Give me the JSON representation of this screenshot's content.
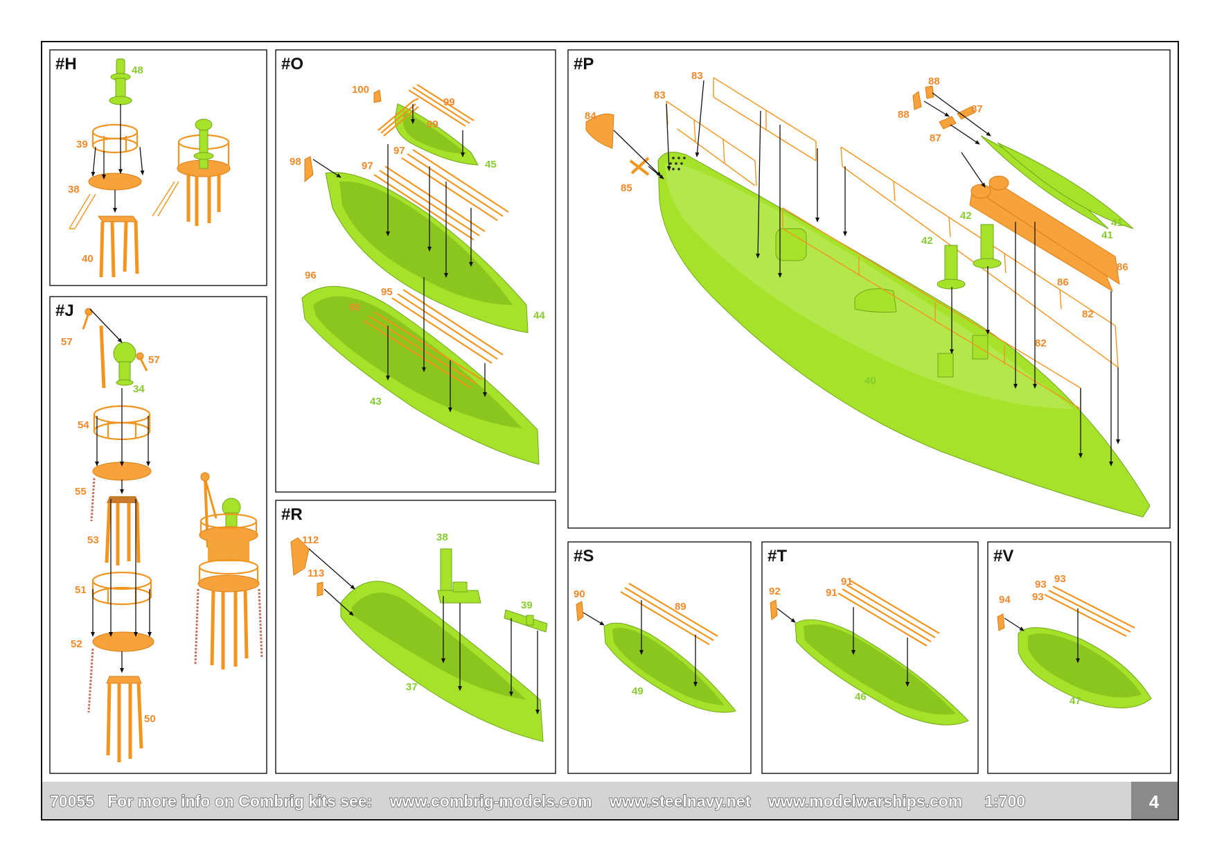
{
  "panels": {
    "H": {
      "title": "#H",
      "labels": {
        "p48": "48",
        "p39": "39",
        "p38": "38",
        "p40": "40"
      }
    },
    "J": {
      "title": "#J",
      "labels": {
        "p57a": "57",
        "p57b": "57",
        "p34": "34",
        "p54": "54",
        "p55": "55",
        "p53": "53",
        "p51": "51",
        "p52": "52",
        "p50": "50"
      }
    },
    "O": {
      "title": "#O",
      "labels": {
        "p100": "100",
        "p99a": "99",
        "p99b": "99",
        "p45": "45",
        "p98": "98",
        "p97a": "97",
        "p97b": "97",
        "p44": "44",
        "p96": "96",
        "p95a": "95",
        "p95b": "95",
        "p43": "43"
      }
    },
    "P": {
      "title": "#P",
      "labels": {
        "p83a": "83",
        "p83b": "83",
        "p84": "84",
        "p85": "85",
        "p88a": "88",
        "p88b": "88",
        "p87a": "87",
        "p87b": "87",
        "p41a": "41",
        "p41b": "41",
        "p42a": "42",
        "p42b": "42",
        "p86a": "86",
        "p86b": "86",
        "p82a": "82",
        "p82b": "82",
        "p40": "40"
      }
    },
    "R": {
      "title": "#R",
      "labels": {
        "p112": "112",
        "p113": "113",
        "p38": "38",
        "p39": "39",
        "p37": "37"
      }
    },
    "S": {
      "title": "#S",
      "labels": {
        "p90": "90",
        "p89": "89",
        "p49": "49"
      }
    },
    "T": {
      "title": "#T",
      "labels": {
        "p92": "92",
        "p91a": "91",
        "p91b": "91",
        "p46": "46"
      }
    },
    "V": {
      "title": "#V",
      "labels": {
        "p94": "94",
        "p93a": "93",
        "p93b": "93",
        "p93c": "93",
        "p47": "47"
      }
    }
  },
  "footer": {
    "text": "70055   For more info on Combrig kits see:    www.combrig-models.com    www.steelnavy.net    www.modelwarships.com     1:700",
    "page_number": "4"
  },
  "colors": {
    "resin_green": "#a6e22a",
    "etched_orange": "#f7a23a",
    "footer_bar": "#d4d4d4",
    "page_tab": "#8a8a8a"
  }
}
